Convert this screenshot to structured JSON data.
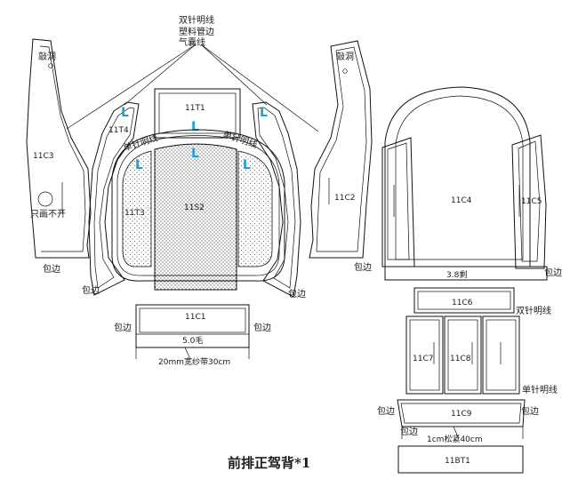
{
  "title": "前排正驾背*1",
  "top_note": [
    "双针明线",
    "塑料管边",
    "气囊线"
  ],
  "parts": {
    "c3": "11C3",
    "t4": "11T4",
    "t1": "11T1",
    "t3": "11T3",
    "s2": "11S2",
    "c2": "11C2",
    "c4": "11C4",
    "c5": "11C5",
    "c6": "11C6",
    "c1": "11C1",
    "c7": "11C7",
    "c8": "11C8",
    "c9": "11C9",
    "bt1": "11BT1"
  },
  "notes": {
    "hole_left": "敲洞",
    "hole_right": "敲洞",
    "one_side": "只画不开",
    "double_stitch_left": "单针明线",
    "double_stitch_right": "单针明线",
    "wrap_c3": "包边",
    "wrap_t3_left": "包边",
    "wrap_t3_right": "包边",
    "wrap_c2": "包边",
    "wrap_c1_left": "包边",
    "wrap_c1_right": "包边",
    "wrap_c4_right": "包边",
    "wrap_c9_left": "包边",
    "wrap_c9_right": "包边",
    "wrap_bottom": "包边",
    "measure_c1": "5.0毛",
    "measure_c1_band": "20mm宽纱带30cm",
    "measure_c4": "3.8剩",
    "double_stitch_c6": "双针明线",
    "single_stitch_c9": "单针明线",
    "measure_c9": "1cm松紧40cm"
  },
  "markers": {
    "l": "L"
  }
}
